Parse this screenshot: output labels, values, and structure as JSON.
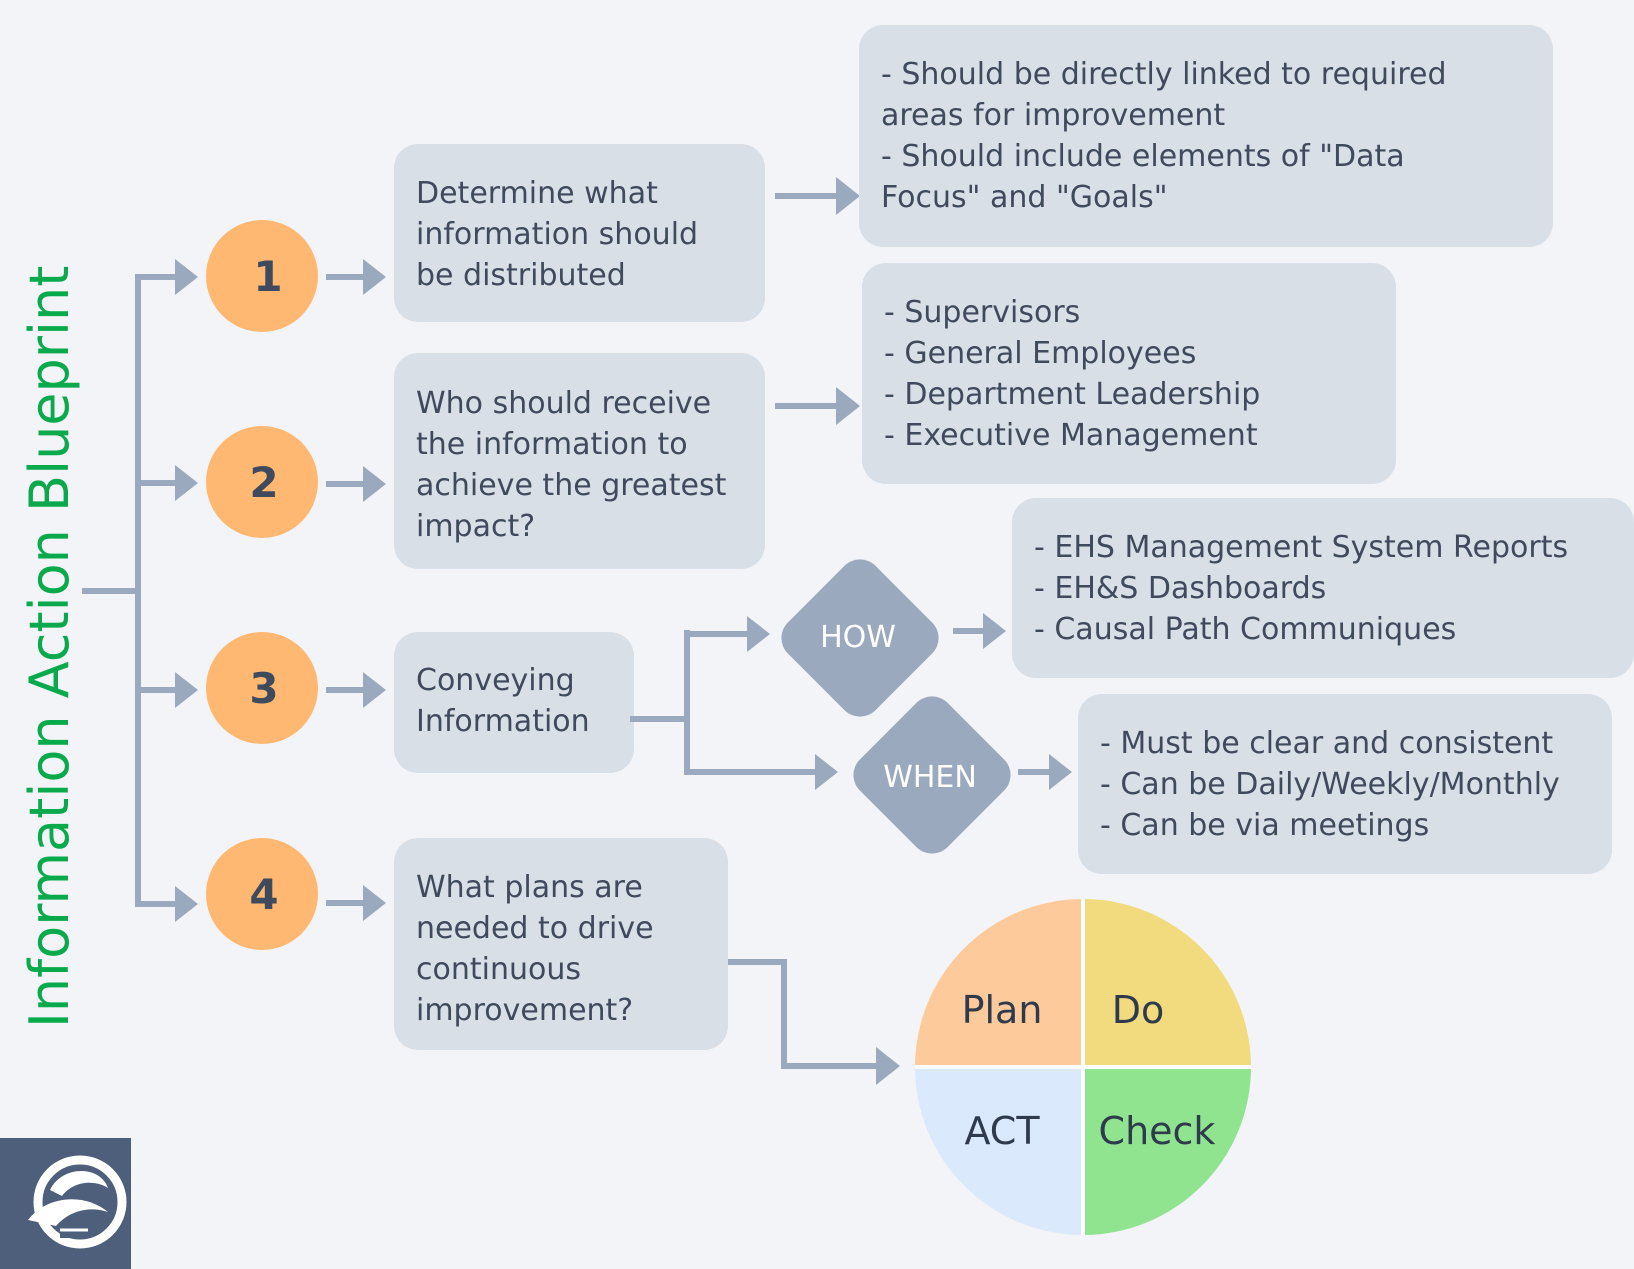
{
  "title": "Information Action Blueprint",
  "steps": [
    {
      "number": "1",
      "text": [
        "Determine what",
        "information should",
        "be distributed"
      ],
      "details": [
        "- Should be directly linked to required",
        "areas for improvement",
        "- Should include elements of \"Data",
        "Focus\" and \"Goals\""
      ]
    },
    {
      "number": "2",
      "text": [
        "Who should receive",
        "the information to",
        "achieve the greatest",
        "impact?"
      ],
      "details": [
        "- Supervisors",
        "- General Employees",
        "- Department Leadership",
        "- Executive Management"
      ]
    },
    {
      "number": "3",
      "text": [
        "Conveying",
        "Information"
      ]
    },
    {
      "number": "4",
      "text": [
        "What plans are",
        "needed to drive",
        "continuous",
        "improvement?"
      ]
    }
  ],
  "how": {
    "label": "HOW",
    "details": [
      "- EHS Management System Reports",
      "- EH&S Dashboards",
      "- Causal Path Communiques"
    ]
  },
  "when": {
    "label": "WHEN",
    "details": [
      "- Must be clear and consistent",
      "- Can be Daily/Weekly/Monthly",
      "- Can be via meetings"
    ]
  },
  "pdca": {
    "plan": "Plan",
    "do": "Do",
    "act": "ACT",
    "check": "Check",
    "colors": {
      "plan": "#fdcb9b",
      "do": "#f1db7e",
      "act": "#dae9fc",
      "check": "#90e38f"
    }
  },
  "colors": {
    "title": "#0aaa4c",
    "step_circle": "#feb872",
    "box": "#d9dfe6",
    "connector": "#9aa9bd",
    "diamond": "#9aa9bd",
    "logo_bg": "#4d5f7a"
  },
  "logo": {
    "icon": "company-logo-icon"
  }
}
